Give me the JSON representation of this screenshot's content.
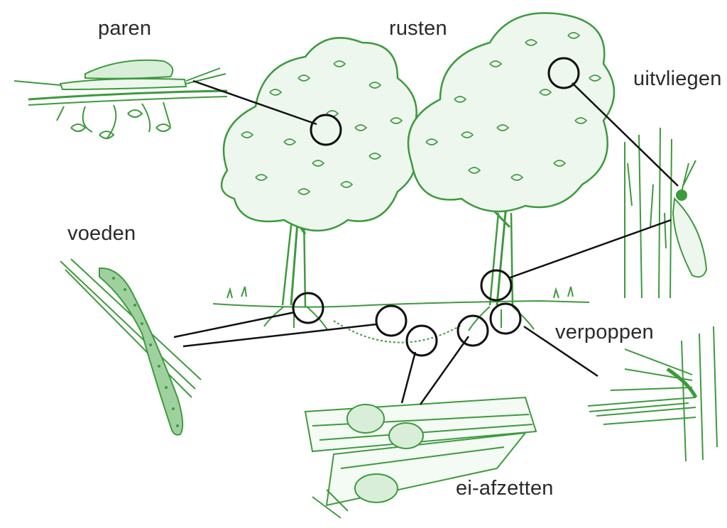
{
  "labels": {
    "paren": "paren",
    "rusten": "rusten",
    "uitvliegen": "uitvliegen",
    "voeden": "voeden",
    "verpoppen": "verpoppen",
    "ei_afzetten": "ei-afzetten"
  },
  "colors": {
    "drawing": "#3d9a3d",
    "drawing_light": "#7cc27c",
    "callout": "#111111",
    "text": "#2a2a2a"
  }
}
